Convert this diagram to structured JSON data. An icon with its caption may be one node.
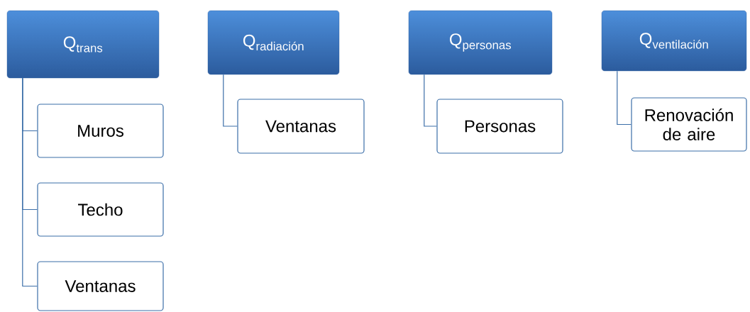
{
  "diagram": {
    "nodes": [
      {
        "text": [
          "\\text{Q}_{\\text{trans}}"
        ]
      },
      {
        "text": [
          "Muros"
        ]
      },
      {
        "text": [
          "Techo"
        ]
      },
      {
        "text": [
          "Ventanas"
        ]
      },
      {
        "text": [
          "\\text{Q}_{\\text{radiación}}"
        ]
      },
      {
        "text": [
          "Ventanas"
        ]
      },
      {
        "text": [
          "\\text{Q}_{\\text{personas}}"
        ]
      },
      {
        "text": [
          "Personas"
        ]
      },
      {
        "text": [
          "\\text{Q}_{\\text{ventilación}}"
        ]
      },
      {
        "text": [
          "Renovación de aire"
        ]
      }
    ],
    "edges": [
      {
        "from": 0,
        "to": 1,
        "arrow": "none"
      },
      {
        "from": 0,
        "to": 2,
        "arrow": "none"
      },
      {
        "from": 0,
        "to": 3,
        "arrow": "none"
      },
      {
        "from": 4,
        "to": 5,
        "arrow": "none"
      },
      {
        "from": 6,
        "to": 7,
        "arrow": "none"
      },
      {
        "from": 8,
        "to": 9,
        "arrow": "none"
      }
    ]
  }
}
